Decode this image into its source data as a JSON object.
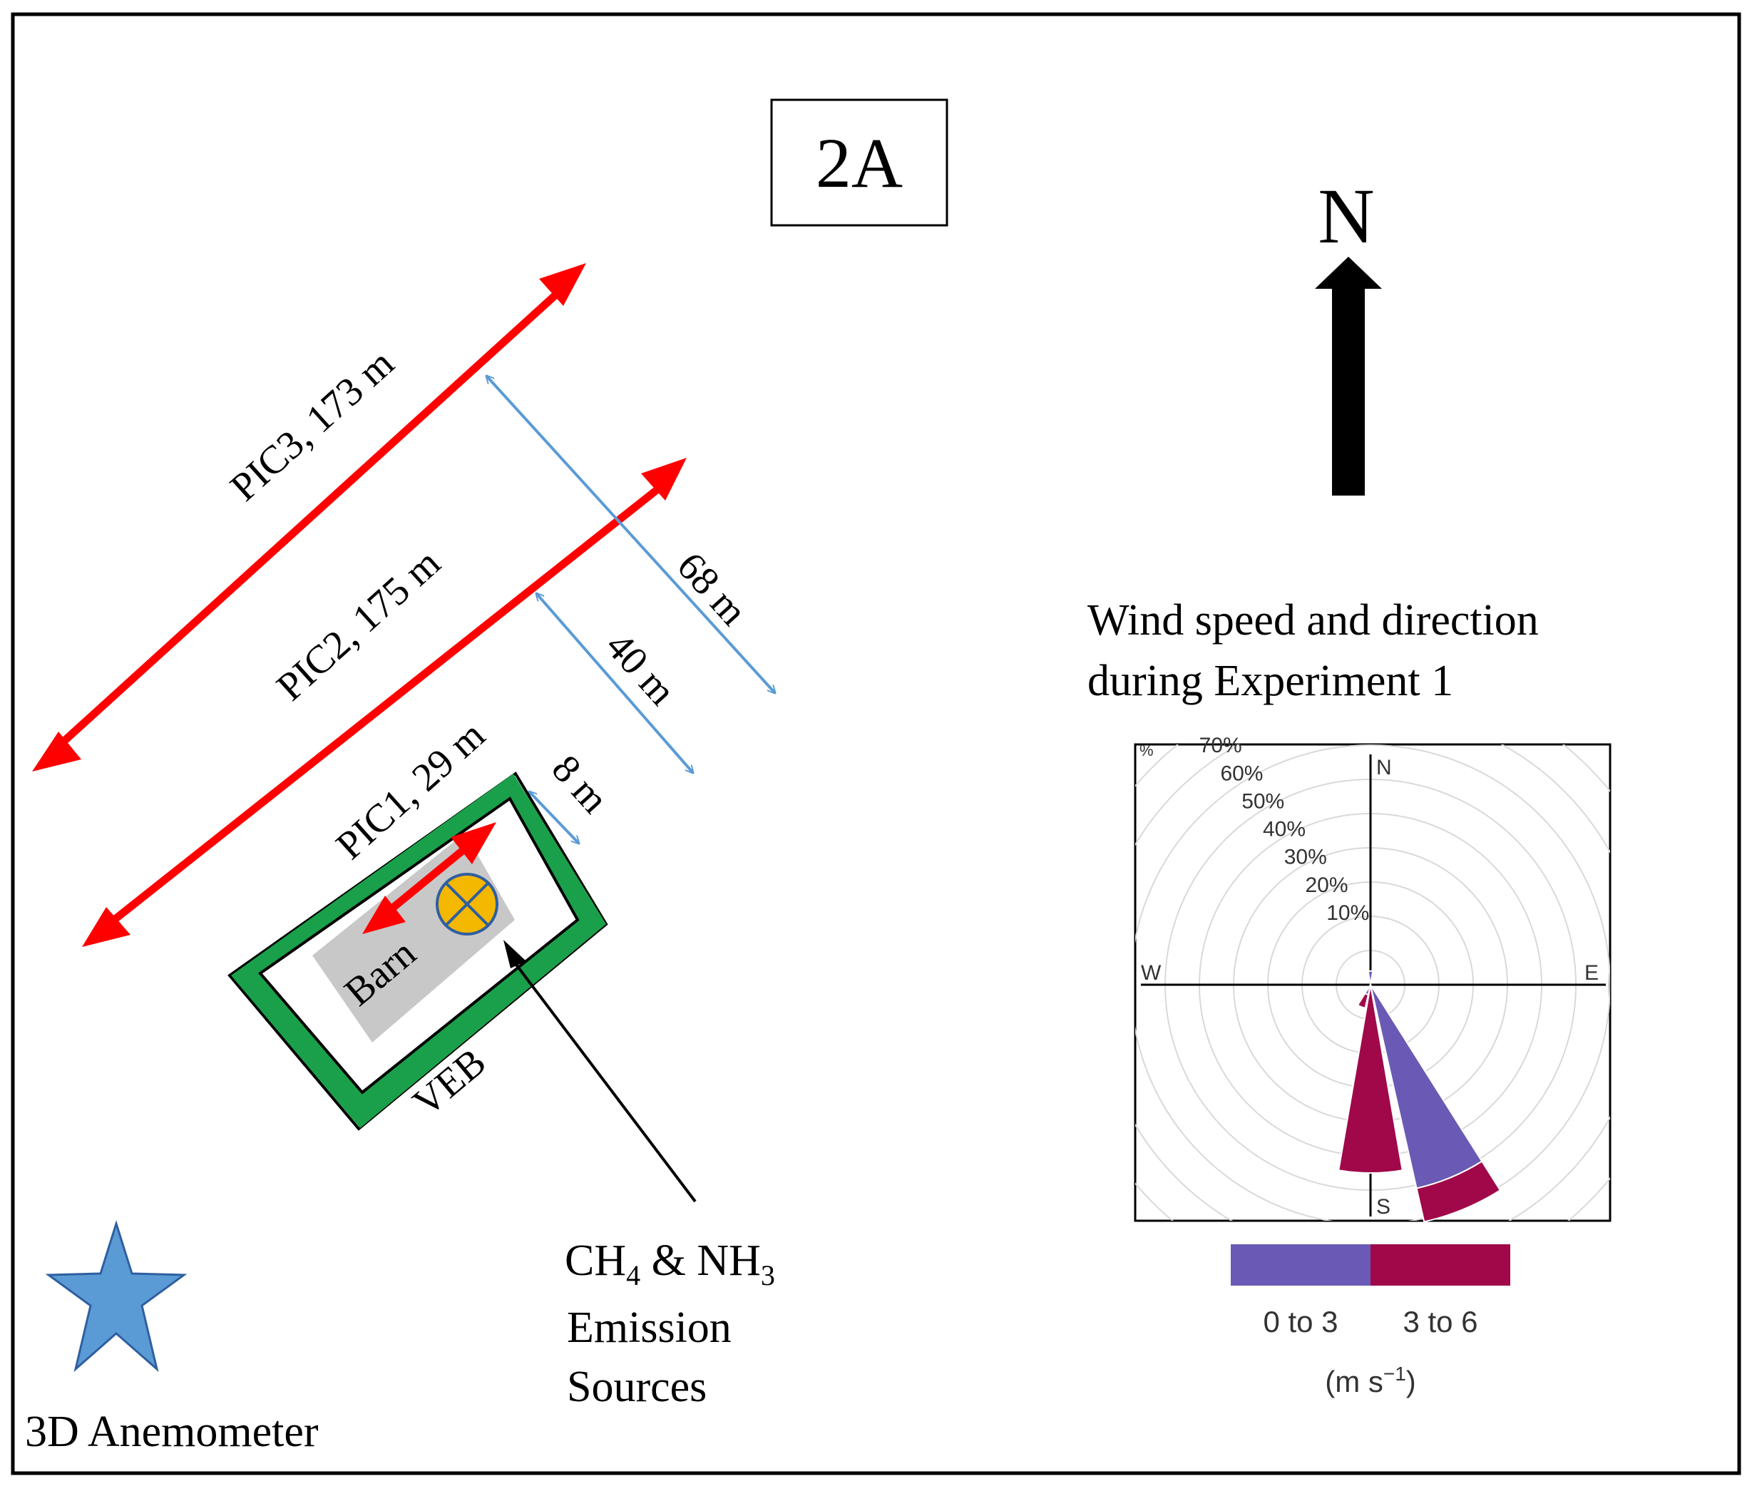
{
  "figure": {
    "panel_label": "2A",
    "north_label": "N"
  },
  "lines": {
    "pic3": "PIC3, 173 m",
    "pic2": "PIC2, 175 m",
    "pic1": "PIC1, 29 m"
  },
  "distances": {
    "d68": "68 m",
    "d40": "40 m",
    "d8": "8 m"
  },
  "site": {
    "barn": "Barn",
    "veb": "VEB"
  },
  "emission": {
    "ch4_prefix": "CH",
    "ch4_sub": "4",
    "amp": " & NH",
    "nh3_sub": "3",
    "line2": "Emission",
    "line3": "Sources"
  },
  "anemometer": {
    "label": "3D Anemometer"
  },
  "wind_rose": {
    "title_line1": "Wind speed and direction",
    "title_line2": "during Experiment 1",
    "cardinals": {
      "n": "N",
      "s": "S",
      "e": "E",
      "w": "W"
    },
    "ring_labels": [
      "10%",
      "20%",
      "30%",
      "40%",
      "50%",
      "60%",
      "70%"
    ],
    "corner_label": "%",
    "sectors": [
      {
        "direction": "SSE",
        "speed_0_3_pct": 61,
        "speed_3_6_pct": 71
      },
      {
        "direction": "S",
        "speed_0_3_pct": 1,
        "speed_3_6_pct": 55
      },
      {
        "direction": "SSW",
        "speed_0_3_pct": 3,
        "speed_3_6_pct": 7
      },
      {
        "direction": "N",
        "speed_0_3_pct": 4,
        "speed_3_6_pct": 0
      }
    ],
    "legend": {
      "bins": [
        "0 to 3",
        "3 to 6"
      ],
      "colors": [
        "#6A5AB5",
        "#A0084A"
      ],
      "units_prefix": "(m s",
      "units_sup": "−1",
      "units_suffix": ")"
    }
  },
  "colors": {
    "pic_arrows": "#ff0000",
    "distance_arrows": "#5b9bd5",
    "veb": "#1aa04a",
    "barn": "#c8c8c8",
    "source": "#f5b800",
    "star": "#5b9bd5"
  }
}
